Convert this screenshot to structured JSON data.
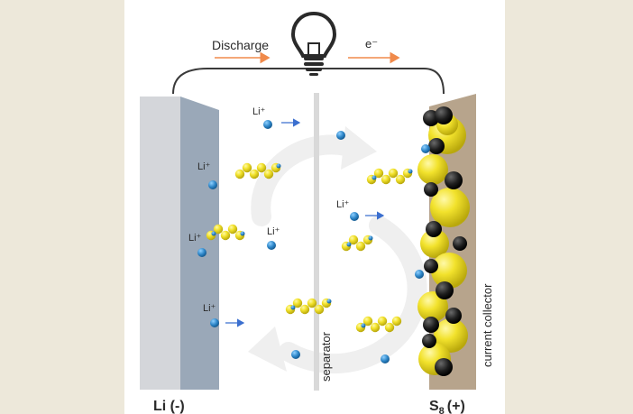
{
  "labels": {
    "discharge": "Discharge",
    "electron": "e⁻",
    "lithium_ion": "Li⁺",
    "separator": "separator",
    "current_collector": "current collector",
    "anode": "Li (-)",
    "cathode_main": "S",
    "cathode_sub": "8",
    "cathode_sign": "(+)"
  },
  "colors": {
    "background": "#ede8da",
    "panel": "#ffffff",
    "anode_light": "#d4d6da",
    "anode_dark": "#9aa8b8",
    "separator": "#d9d9d9",
    "collector": "#b7a48c",
    "ion": "#2e86c8",
    "sulfur": "#f2e22c",
    "carbon": "#1e1e1e",
    "arrow_orange": "#f08a4b",
    "arrow_blue": "#3b6fcf",
    "cycle": "#f0f0f0"
  },
  "icons": {
    "bulb": "lightbulb-icon",
    "cycle": "cycle-arrows-icon"
  }
}
